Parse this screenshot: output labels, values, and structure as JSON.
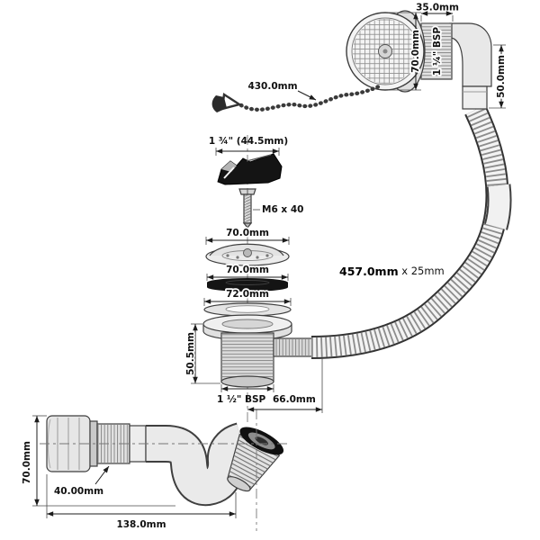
{
  "colors": {
    "line": "#3f3f3f",
    "metal_light": "#ececec",
    "metal_mid": "#d9d9d9",
    "rubber_dark": "#141414",
    "background": "#ffffff"
  },
  "overflow": {
    "width": "35.0mm",
    "height": "70.0mm",
    "thread": "1 ¼\" BSP",
    "depth": "50.0mm"
  },
  "chain": {
    "length": "430.0mm"
  },
  "plug": {
    "size": "1 ¾\" (44.5mm)"
  },
  "screw": {
    "size": "M6 x 40"
  },
  "strainer": {
    "diameter": "70.0mm"
  },
  "gasket": {
    "diameter": "70.0mm"
  },
  "washer": {
    "diameter": "72.0mm"
  },
  "waste": {
    "height": "50.5mm",
    "thread": "1 ½\" BSP",
    "outlet_offset": "66.0mm"
  },
  "hose": {
    "length": "457.0mm",
    "diameter": " x 25mm"
  },
  "trap": {
    "height": "70.0mm",
    "inlet": "40.00mm",
    "length": "138.0mm"
  }
}
